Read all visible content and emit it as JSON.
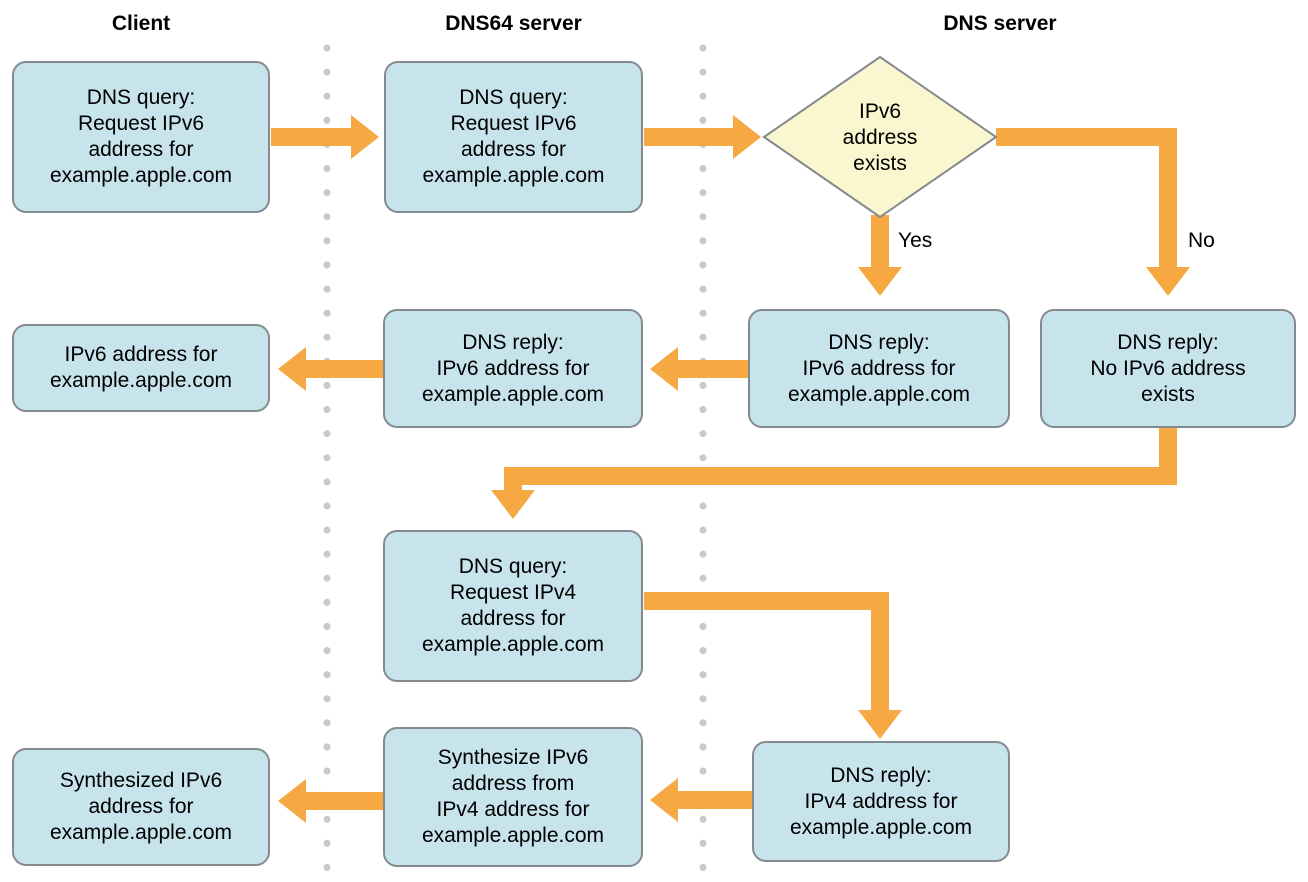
{
  "colors": {
    "box_fill": "#C7E3EC",
    "box_border": "#848B90",
    "diamond_fill": "#FAF6CF",
    "diamond_border": "#85898C",
    "arrow": "#F6A842",
    "dotted_line": "#C9C9C9",
    "text": "#000000",
    "bg": "#FFFFFF"
  },
  "headers": {
    "client": "Client",
    "dns64": "DNS64 server",
    "dns": "DNS server"
  },
  "branch_labels": {
    "yes": "Yes",
    "no": "No"
  },
  "nodes": {
    "client_query": {
      "text": "DNS query:\nRequest IPv6\naddress for\nexample.apple.com"
    },
    "dns64_query": {
      "text": "DNS query:\nRequest IPv6\naddress for\nexample.apple.com"
    },
    "decision": {
      "text": "IPv6\naddress\nexists"
    },
    "dns_reply_yes": {
      "text": "DNS reply:\nIPv6 address for\nexample.apple.com"
    },
    "dns_reply_no": {
      "text": "DNS reply:\nNo IPv6 address\nexists"
    },
    "dns64_reply": {
      "text": "DNS reply:\nIPv6 address for\nexample.apple.com"
    },
    "client_result": {
      "text": "IPv6 address for\nexample.apple.com"
    },
    "dns64_query_v4": {
      "text": "DNS query:\nRequest IPv4\naddress for\nexample.apple.com"
    },
    "dns_reply_v4": {
      "text": "DNS reply:\nIPv4 address for\nexample.apple.com"
    },
    "dns64_synthesize": {
      "text": "Synthesize IPv6\naddress from\nIPv4 address for\nexample.apple.com"
    },
    "client_synthesized": {
      "text": "Synthesized IPv6\naddress for\nexample.apple.com"
    }
  }
}
